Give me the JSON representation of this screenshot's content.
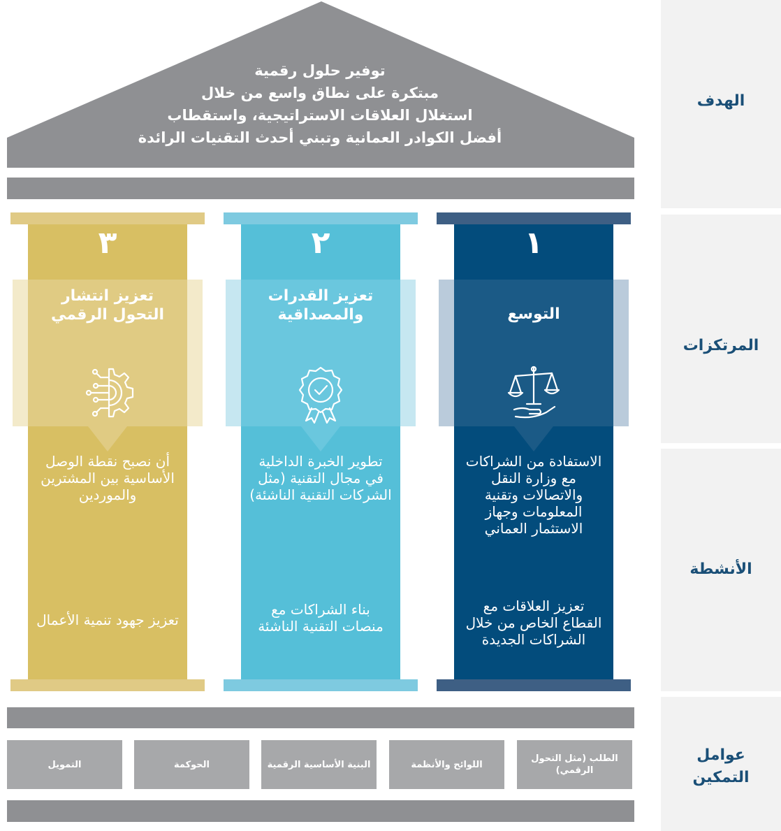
{
  "sections": {
    "goal": "الهدف",
    "pillars": "المرتكزات",
    "activities": "الأنشطة",
    "enablers": "عوامل التمكين"
  },
  "goal_text": [
    "توفير حلول رقمية",
    "مبتكرة على نطاق واسع من خلال",
    "استغلال العلاقات الاستراتيجية، واستقطاب",
    "أفضل الكوادر العمانية وتبني أحدث التقنيات الرائدة"
  ],
  "pillars": [
    {
      "number": "١",
      "title": "التوسع",
      "icon": "scales-of-justice-hand-icon",
      "activity_1": "الاستفادة من الشراكات مع وزارة النقل والاتصالات وتقنية المعلومات وجهاز الاستثمار العماني",
      "activity_2": "تعزيز العلاقات مع القطاع الخاص من خلال الشراكات الجديدة",
      "color": "#034c7c",
      "cap_color": "#3e5f84"
    },
    {
      "number": "٢",
      "title": "تعزيز القدرات والمصداقية",
      "icon": "award-badge-check-icon",
      "activity_1": "تطوير الخبرة الداخلية في مجال التقنية (مثل الشركات التقنية الناشئة)",
      "activity_2": "بناء الشراكات مع منصات التقنية الناشئة",
      "color": "#55bfd8",
      "cap_color": "#7ecae0"
    },
    {
      "number": "٣",
      "title": "تعزيز انتشار التحول الرقمي",
      "icon": "gear-circuit-icon",
      "activity_1": "أن نصبح نقطة الوصل الأساسية بين المشترين والموردين",
      "activity_2": "تعزيز جهود تنمية الأعمال",
      "color": "#d8bf63",
      "cap_color": "#e0ca85"
    }
  ],
  "enablers": [
    "الطلب (مثل التحول الرقمي)",
    "اللوائح والأنظمة",
    "البنية الأساسية الرقمية",
    "الحوكمة",
    "التمويل"
  ]
}
